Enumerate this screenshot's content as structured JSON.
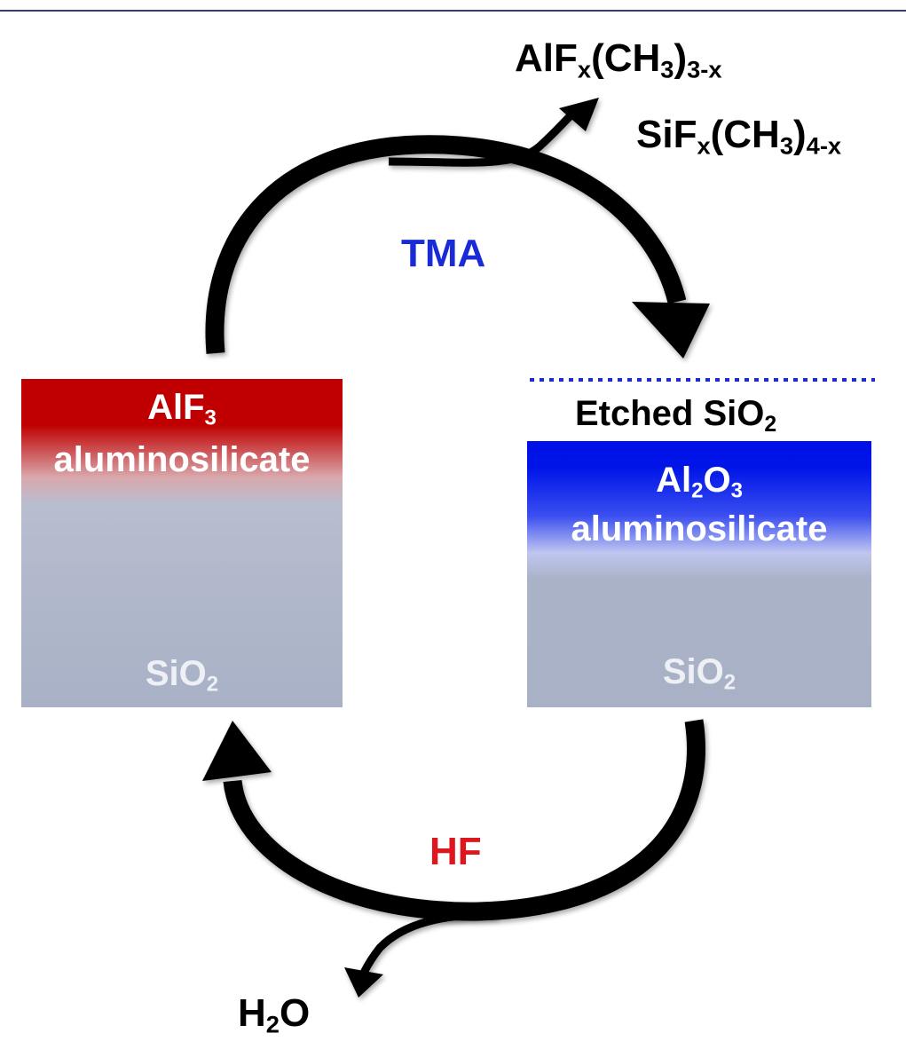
{
  "diagram": {
    "products_top": [
      {
        "base": "AlF",
        "sub1": "x",
        "mid": "(CH",
        "sub2": "3",
        "end": ")",
        "sub3": "3-x"
      },
      {
        "base": "SiF",
        "sub1": "x",
        "mid": "(CH",
        "sub2": "3",
        "end": ")",
        "sub3": "4-x"
      }
    ],
    "reagent_top": {
      "text": "TMA",
      "color": "#1a2bd6"
    },
    "reagent_bottom": {
      "text": "HF",
      "color": "#e0161e"
    },
    "product_bottom": {
      "base": "H",
      "sub": "2",
      "end": "O"
    },
    "left_box": {
      "layer_main": "AlF",
      "layer_main_sub": "3",
      "layer_type": "aluminosilicate",
      "substrate": "SiO",
      "substrate_sub": "2",
      "top_color": "#c00000"
    },
    "right_box": {
      "layer_main1": "Al",
      "layer_main_sub1": "2",
      "layer_main2": "O",
      "layer_main_sub2": "3",
      "layer_type": "aluminosilicate",
      "substrate": "SiO",
      "substrate_sub": "2",
      "top_color": "#0010e8"
    },
    "etched_label": {
      "text": "Etched SiO",
      "sub": "2"
    },
    "dotted_line_color": "#1a2bd6",
    "arrow_color": "#000000"
  }
}
